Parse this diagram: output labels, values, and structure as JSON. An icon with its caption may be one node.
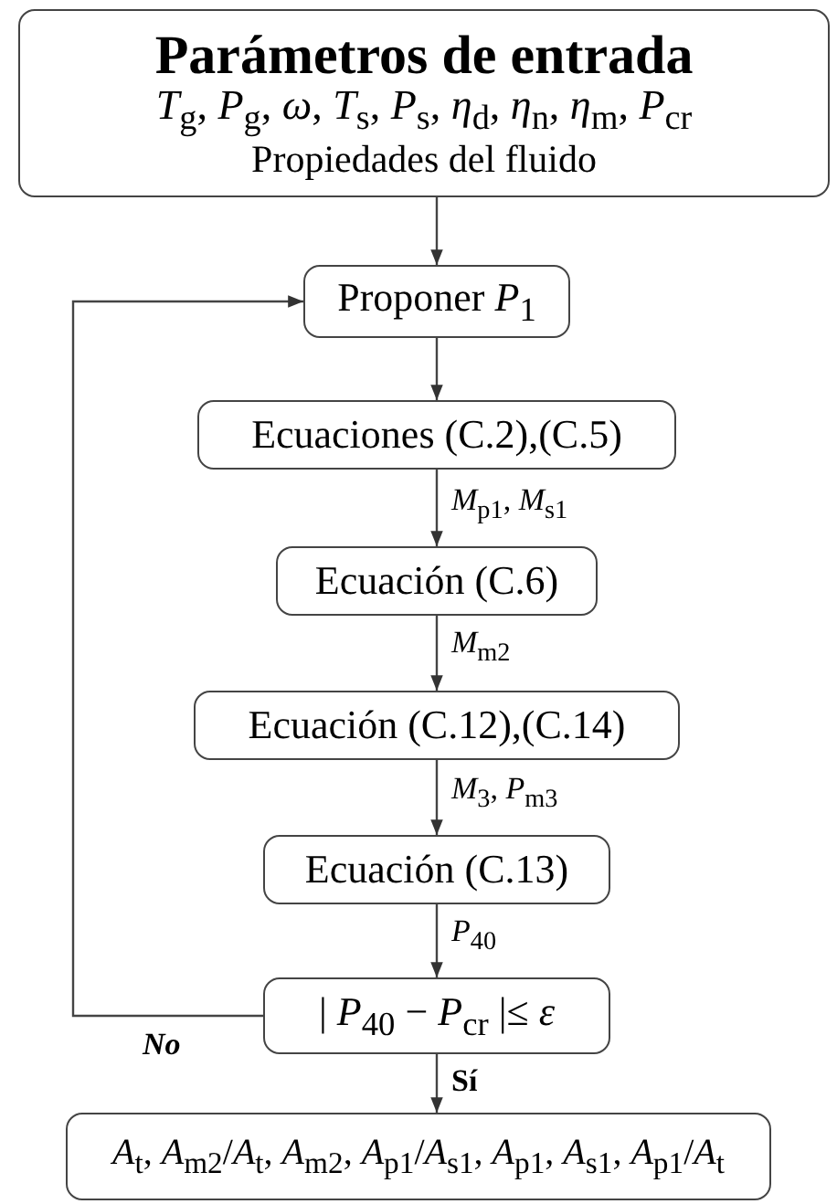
{
  "diagram": {
    "nodes": [
      {
        "text": [
          "Parámetros de entrada",
          "*T*$_{g}$, *P*$_{g}$, *ω*, *T*$_{s}$, *P*$_{s}$, *η*$_{d}$, *η*$_{n}$, *η*$_{m}$, *P*$_{cr}$",
          "Propiedades del fluido"
        ]
      },
      {
        "text": [
          "Proponer *P*$_{1}$"
        ]
      },
      {
        "text": [
          "Ecuaciones (C.2),(C.5)"
        ]
      },
      {
        "text": [
          "Ecuación (C.6)"
        ]
      },
      {
        "text": [
          "Ecuación (C.12),(C.14)"
        ]
      },
      {
        "text": [
          "Ecuación (C.13)"
        ]
      },
      {
        "text": [
          "| *P*$_{40}$ − *P*$_{cr}$ |≤ *ε*"
        ]
      },
      {
        "text": [
          "*A*$_{t}$, *A*$_{m2}$/*A*$_{t}$, *A*$_{m2}$, *A*$_{p1}$/*A*$_{s1}$, *A*$_{p1}$, *A*$_{s1}$, *A*$_{p1}$/*A*$_{t}$"
        ]
      }
    ],
    "edges": [
      {
        "from": 0,
        "to": 1,
        "arrow": "to"
      },
      {
        "from": 1,
        "to": 2,
        "arrow": "to"
      },
      {
        "from": 2,
        "to": 3,
        "arrow": "to",
        "label": "*M*$_{p1}$, *M*$_{s1}$"
      },
      {
        "from": 3,
        "to": 4,
        "arrow": "to",
        "label": "*M*$_{m2}$"
      },
      {
        "from": 4,
        "to": 5,
        "arrow": "to",
        "label": "*M*$_{3}$, *P*$_{m3}$"
      },
      {
        "from": 5,
        "to": 6,
        "arrow": "to",
        "label": "*P*$_{40}$"
      },
      {
        "from": 6,
        "to": 1,
        "arrow": "to",
        "label": "No"
      },
      {
        "from": 6,
        "to": 7,
        "arrow": "to",
        "label": "Sí"
      }
    ]
  }
}
